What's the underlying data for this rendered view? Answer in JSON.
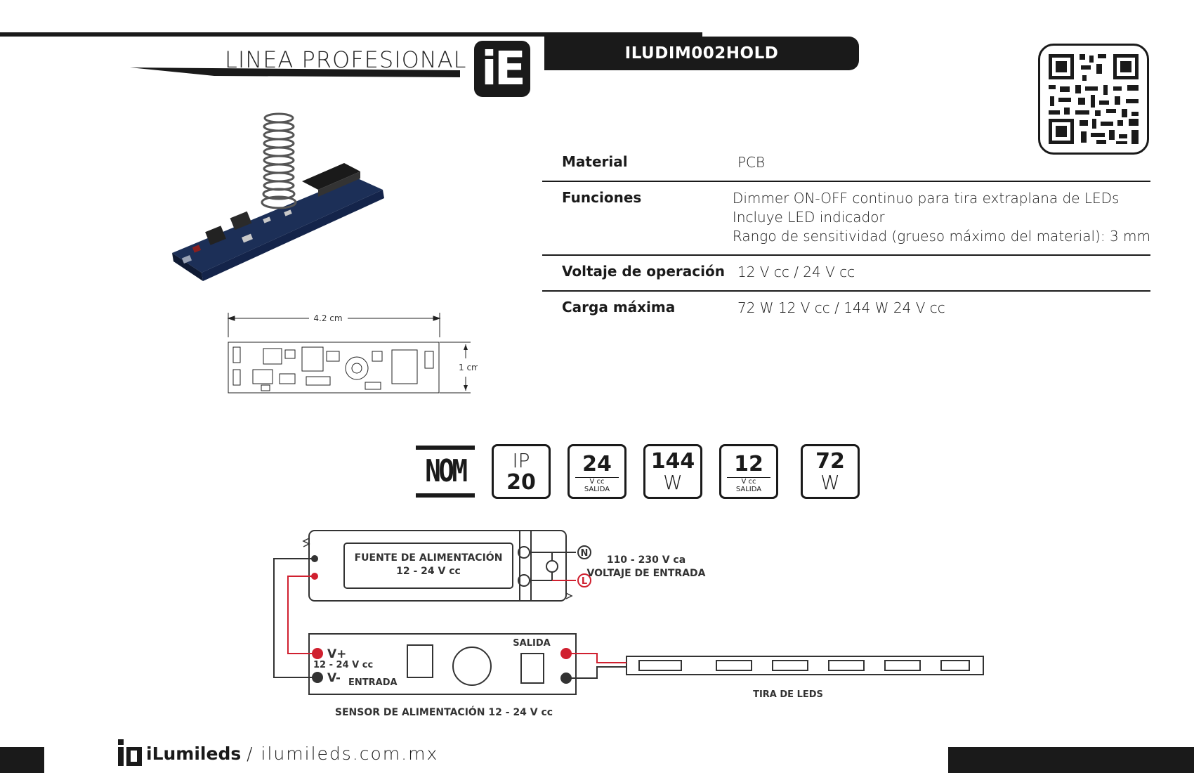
{
  "header": {
    "line_label": "LINEA PROFESIONAL",
    "logo_text": "iE",
    "product_code": "ILUDIM002HOLD"
  },
  "specs": {
    "material": {
      "label": "Material",
      "values": [
        "PCB"
      ]
    },
    "funciones": {
      "label": "Funciones",
      "values": [
        "Dimmer ON-OFF continuo para tira extraplana de LEDs",
        "Incluye LED indicador",
        "Rango de sensitividad (grueso máximo del material): 3 mm"
      ]
    },
    "voltaje": {
      "label": "Voltaje de operación",
      "values": [
        "12 V cc / 24 V cc"
      ]
    },
    "carga": {
      "label": "Carga máxima",
      "values": [
        "72 W 12 V cc / 144 W 24 V cc"
      ]
    }
  },
  "dimensions": {
    "width": "4.2 cm",
    "height": "1 cm"
  },
  "badges": {
    "nom": "NOM",
    "ip": {
      "top": "IP",
      "bottom": "20"
    },
    "v24": {
      "big": "24",
      "line1": "V cc",
      "line2": "SALIDA"
    },
    "w144": {
      "big": "144",
      "unit": "W"
    },
    "v12": {
      "big": "12",
      "line1": "V cc",
      "line2": "SALIDA"
    },
    "w72": {
      "big": "72",
      "unit": "W"
    }
  },
  "diagram": {
    "psu_line1": "FUENTE DE ALIMENTACIÓN",
    "psu_line2": "12 - 24 V cc",
    "n_label": "N",
    "l_label": "L",
    "input_line1": "110 - 230 V ca",
    "input_line2": "VOLTAJE DE ENTRADA",
    "v_plus": "V+",
    "v_range": "12 - 24 V cc",
    "v_minus": "V-",
    "entrada": "ENTRADA",
    "salida": "SALIDA",
    "sensor_caption": "SENSOR DE ALIMENTACIÓN 12 - 24 V cc",
    "strip_caption": "TIRA DE LEDS"
  },
  "footer": {
    "brand": "iLumileds",
    "url": "/ ilumileds.com.mx"
  }
}
